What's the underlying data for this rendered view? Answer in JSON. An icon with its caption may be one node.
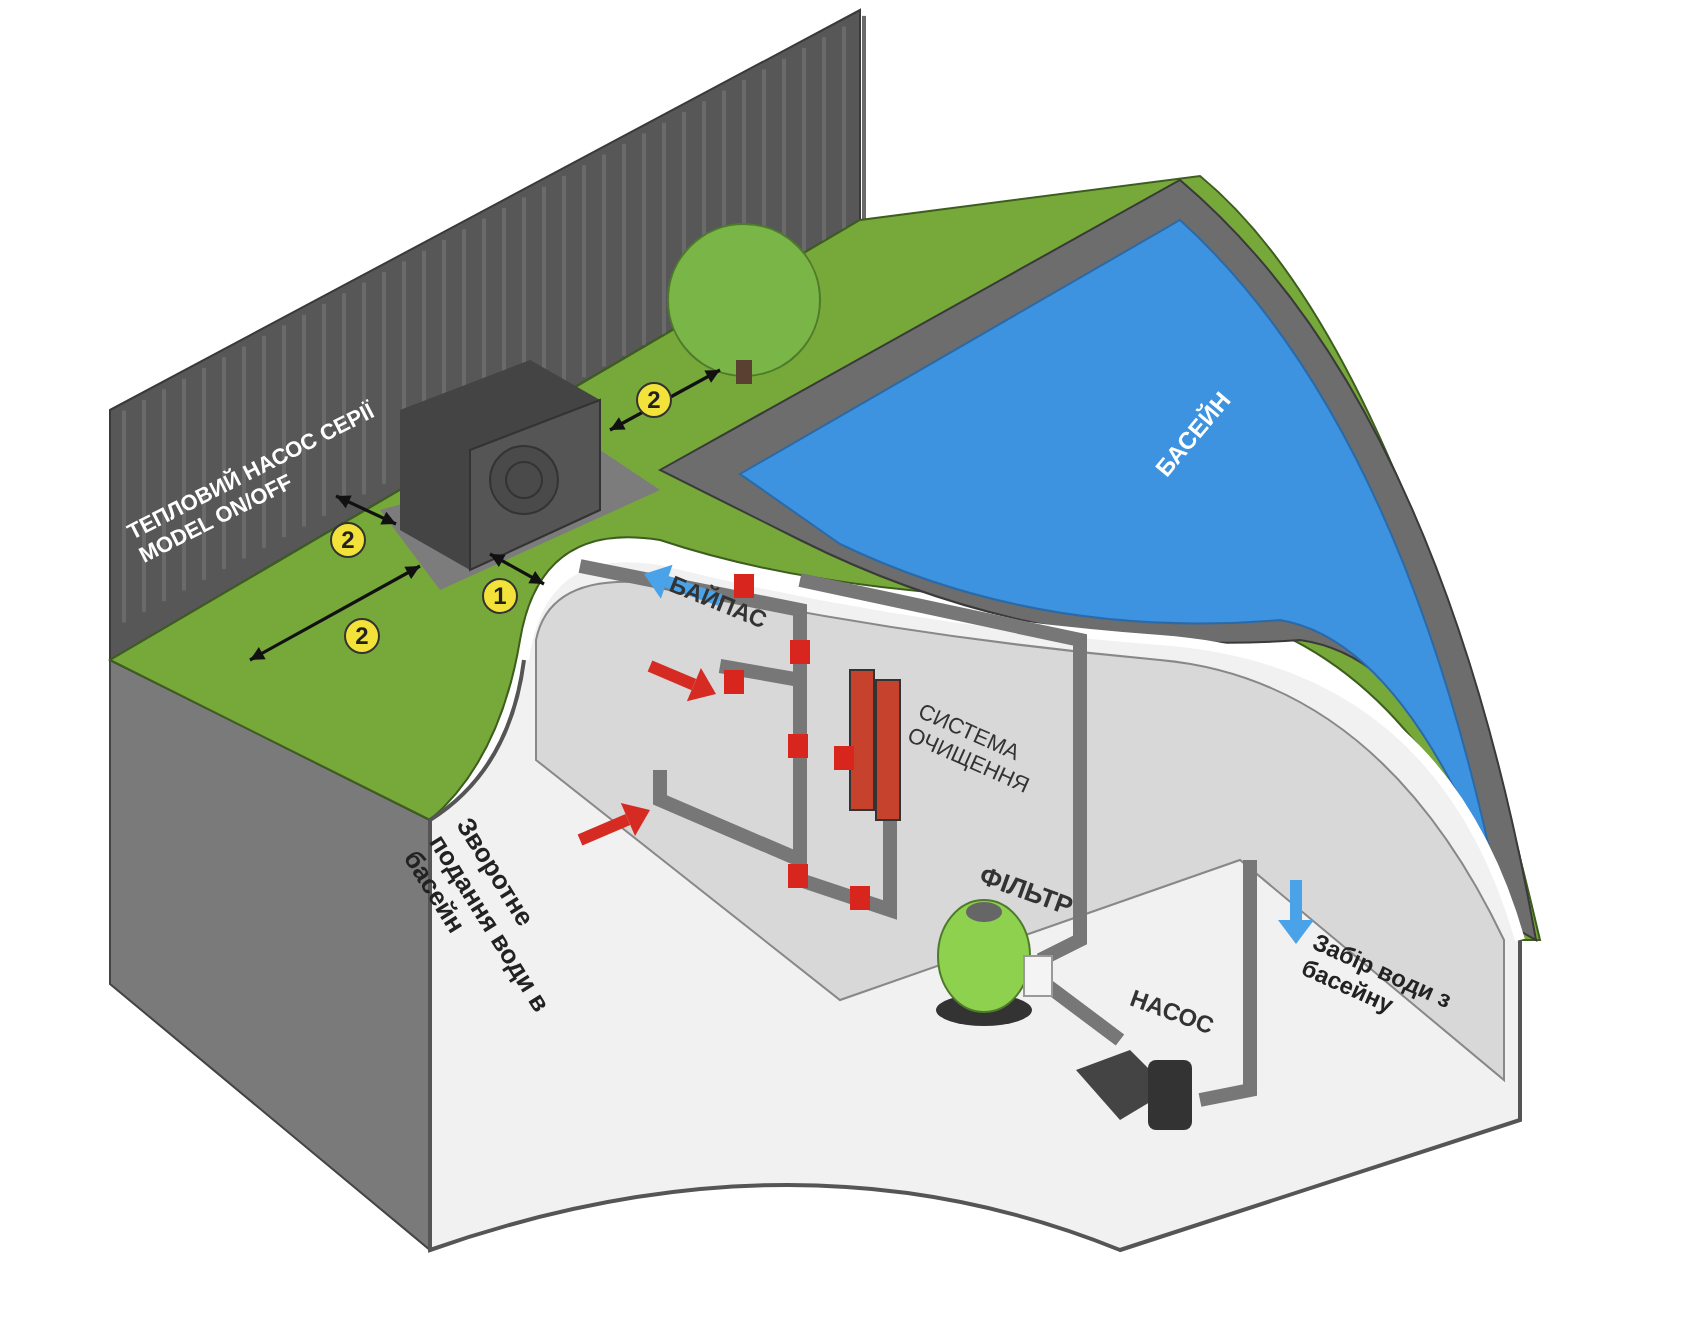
{
  "diagram": {
    "labels": [
      "ТЕПЛОВИЙ НАСОС СЕРІЇ MODEL ON/OFF",
      "2",
      "2",
      "2",
      "1",
      "БАСЕЙН",
      "БАЙПАС",
      "СИСТЕМА ОЧИЩЕННЯ",
      "ФІЛЬТР",
      "НАСОС",
      "Зворотне подання води в басейн",
      "Забір води з басейну"
    ]
  }
}
